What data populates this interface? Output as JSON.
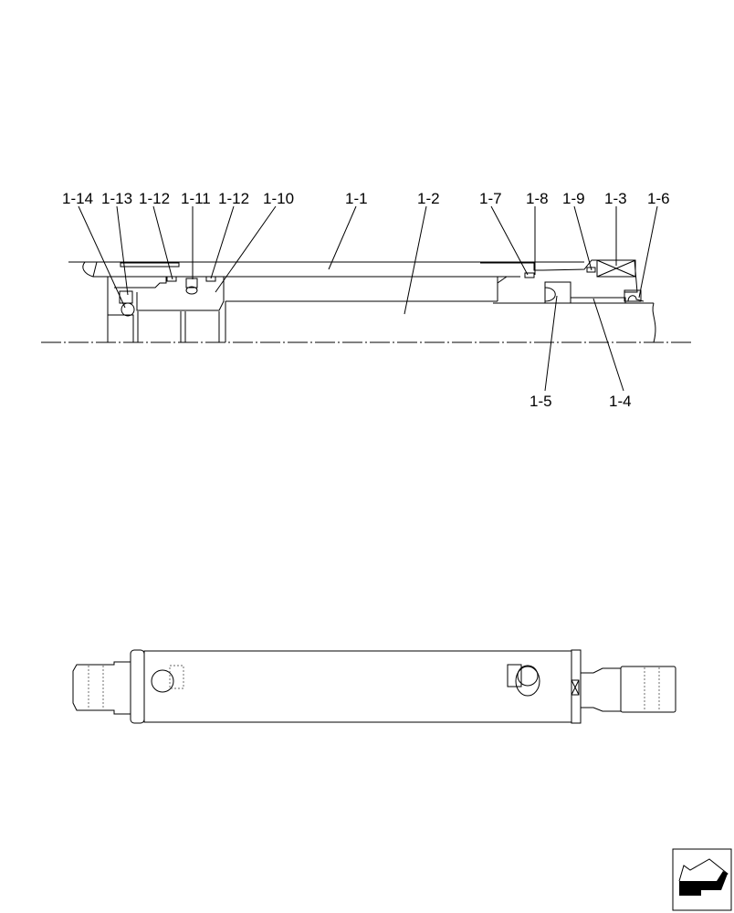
{
  "section_view": {
    "labels_top": [
      "1-14",
      "1-13",
      "1-12",
      "1-11",
      "1-12",
      "1-10",
      "1-1",
      "1-2",
      "1-7",
      "1-8",
      "1-9",
      "1-3",
      "1-6"
    ],
    "labels_bottom": [
      "1-5",
      "1-4"
    ]
  },
  "exterior_view": {},
  "nav_icon": {
    "icon": "arrow-left-down-icon"
  },
  "colors": {
    "line": "#000000",
    "background": "#ffffff"
  }
}
